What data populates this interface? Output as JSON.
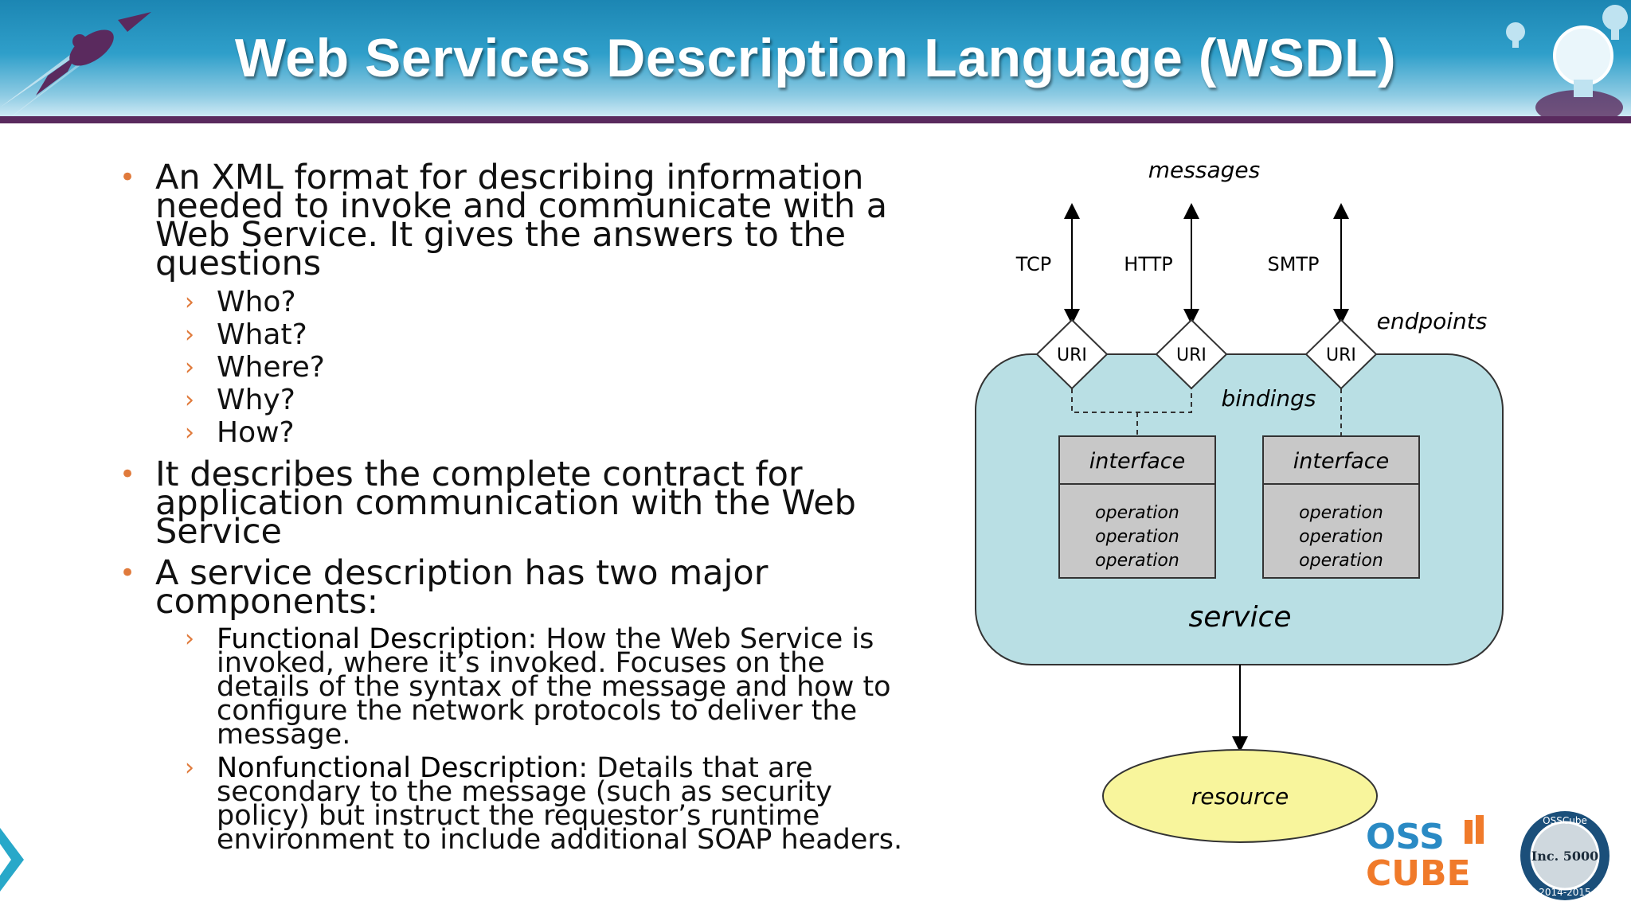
{
  "slide": {
    "title": "Web Services Description Language (WSDL)"
  },
  "bullets": [
    {
      "text": "An XML format for describing information needed to invoke and communicate with a Web Service. It gives the answers to the questions",
      "lines": [
        "An XML format for describing information",
        "needed to invoke and communicate with a",
        "Web Service. It gives the answers to the",
        "questions"
      ],
      "subitems": [
        "Who?",
        "What?",
        "Where?",
        "Why?",
        "How?"
      ]
    },
    {
      "lines": [
        "It describes the complete contract for",
        "application communication with the Web",
        "Service"
      ]
    },
    {
      "lines": [
        "A service description has two major",
        "components:"
      ],
      "subitems": [
        {
          "term": "Functional Description",
          "lines": [
            ": How the Web Service is",
            "invoked, where it’s invoked. Focuses on the",
            "details of the syntax of the message and how to",
            "configure the network protocols to deliver the",
            "message."
          ]
        },
        {
          "term": "Nonfunctional Description",
          "lines": [
            ": Details that are",
            "secondary to the message (such as security",
            "policy) but instruct the requestor’s runtime",
            "environment to include additional SOAP headers."
          ]
        }
      ]
    }
  ],
  "diagram": {
    "messages_label": "messages",
    "protocols": [
      "TCP",
      "HTTP",
      "SMTP"
    ],
    "endpoints_label": "endpoints",
    "uri_label": "URI",
    "bindings_label": "bindings",
    "interfaces": [
      {
        "title": "interface",
        "operations": [
          "operation",
          "operation",
          "operation"
        ]
      },
      {
        "title": "interface",
        "operations": [
          "operation",
          "operation",
          "operation"
        ]
      }
    ],
    "service_label": "service",
    "resource_label": "resource"
  },
  "logo": {
    "brand_top": "OSS",
    "brand_bottom": "CUBE",
    "badge_top": "OSSCube",
    "badge_mid": "Inc. 5000",
    "badge_years": "2014-2015"
  },
  "colors": {
    "accent_orange": "#e07a3b",
    "header_purple": "#5a2a5e",
    "service_fill": "#b9dfe4",
    "resource_fill": "#f8f59c",
    "interface_fill": "#c8c8c8",
    "logo_blue": "#2a8ac4"
  }
}
